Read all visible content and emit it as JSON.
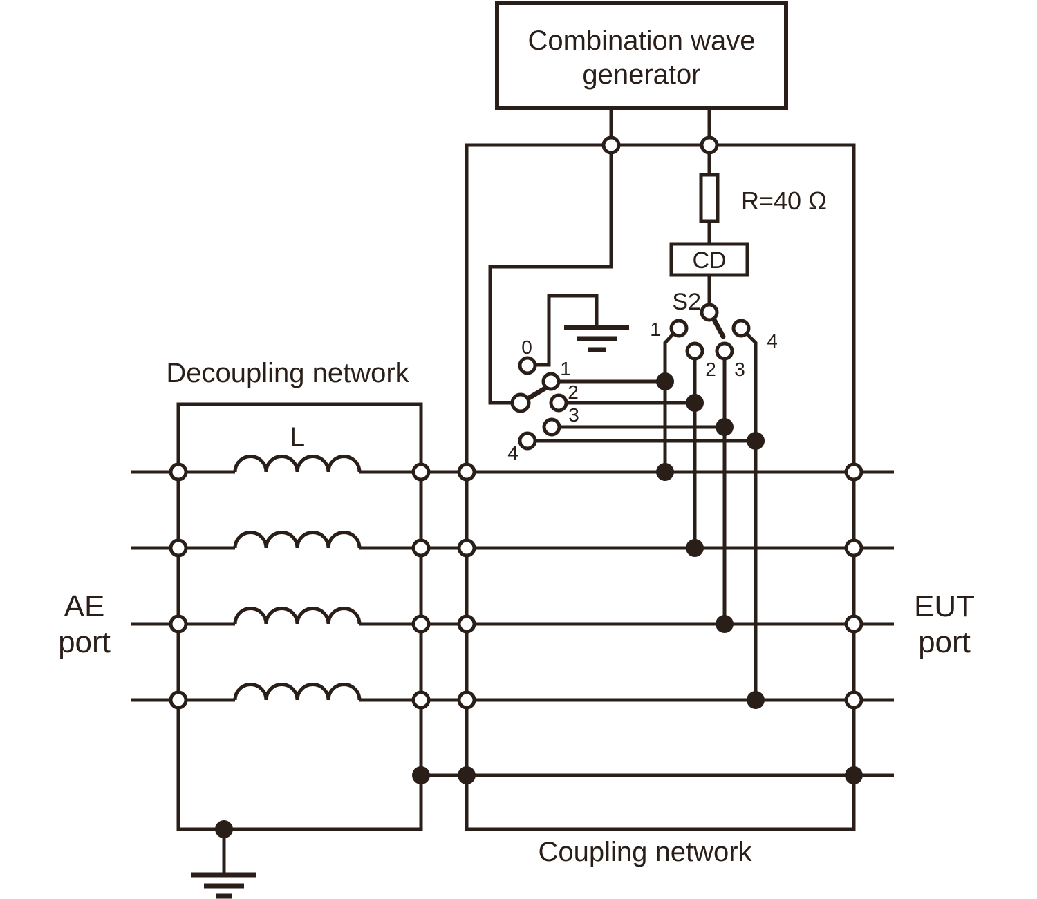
{
  "generator": {
    "label_line1": "Combination wave",
    "label_line2": "generator"
  },
  "surge_path": {
    "resistor_label": "R=40 Ω",
    "cd_label": "CD"
  },
  "switch_s2": {
    "label": "S2",
    "contact_labels": [
      "1",
      "2",
      "3",
      "4"
    ]
  },
  "switch_s1": {
    "contact_labels": [
      "0",
      "1",
      "2",
      "3",
      "4"
    ]
  },
  "decoupling_network": {
    "label": "Decoupling network",
    "inductor_label": "L"
  },
  "coupling_network": {
    "label": "Coupling network"
  },
  "ports": {
    "ae": {
      "line1": "AE",
      "line2": "port"
    },
    "eut": {
      "line1": "EUT",
      "line2": "port"
    }
  },
  "colors": {
    "ink": "#2a1e18",
    "background": "#ffffff"
  }
}
